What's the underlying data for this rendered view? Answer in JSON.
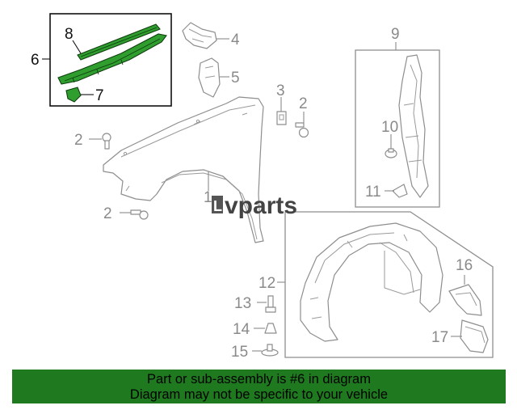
{
  "callouts": {
    "c2a": "2",
    "c2b": "2",
    "c2c": "2",
    "c3": "3",
    "c4": "4",
    "c5": "5",
    "c6": "6",
    "c7": "7",
    "c8": "8",
    "c9": "9",
    "c10": "10",
    "c11": "11",
    "c12": "12",
    "c13": "13",
    "c14": "14",
    "c15": "15",
    "c16": "16",
    "c17": "17",
    "c1": "1"
  },
  "watermark": {
    "brand": "vparts",
    "logo_letter": "L"
  },
  "banner": {
    "line1": "Part or sub-assembly is #6 in diagram",
    "line2": "Diagram may not be specific to your vehicle"
  },
  "colors": {
    "highlight": "#2f9e2f",
    "banner": "#1f7a1f",
    "line": "#8e8e8e"
  }
}
